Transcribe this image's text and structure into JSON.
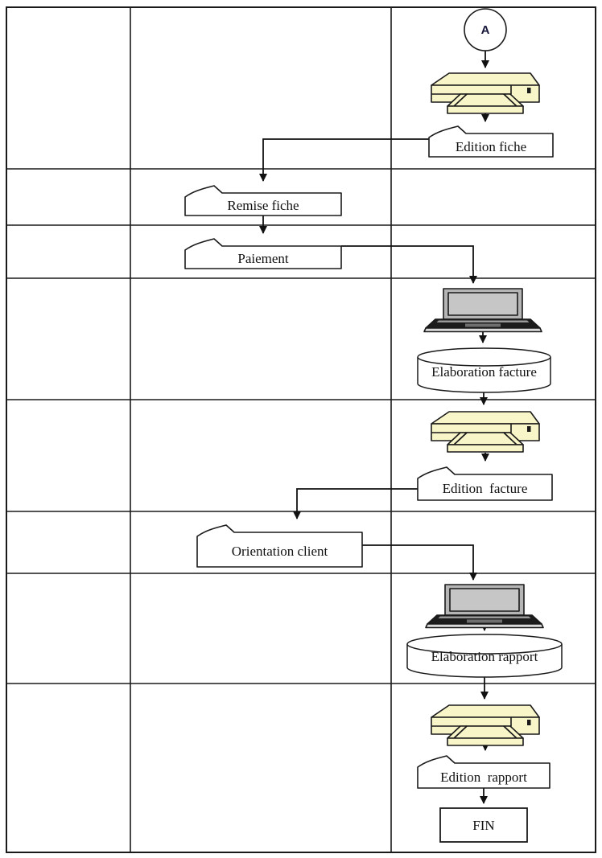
{
  "labels": {
    "start": "A",
    "edition_fiche": "Edition fiche",
    "remise_fiche": "Remise fiche",
    "paiement": "Paiement",
    "elaboration_facture": "Elaboration facture",
    "edition_facture": "Edition  facture",
    "orientation_client": "Orientation client",
    "elaboration_rapport": "Elaboration rapport",
    "edition_rapport": "Edition  rapport",
    "fin": "FIN"
  },
  "icons": {
    "printer": "printer-icon",
    "laptop": "laptop-icon",
    "database": "database-cylinder-icon",
    "start": "start-connector-circle"
  },
  "flow": [
    "A",
    "printer -> Edition fiche",
    "Remise fiche",
    "Paiement",
    "laptop -> Elaboration facture (database)",
    "printer -> Edition facture",
    "Orientation client",
    "laptop -> Elaboration rapport (database)",
    "printer -> Edition rapport",
    "FIN"
  ],
  "colors": {
    "printer_body": "#f8f5c8",
    "laptop_screen": "#c6c6c6",
    "laptop_frame": "#b5b5b5",
    "laptop_base": "#1c1c1c",
    "shape_fill": "#ffffff",
    "outline": "#1a1a1a",
    "background": "#ffffff"
  }
}
